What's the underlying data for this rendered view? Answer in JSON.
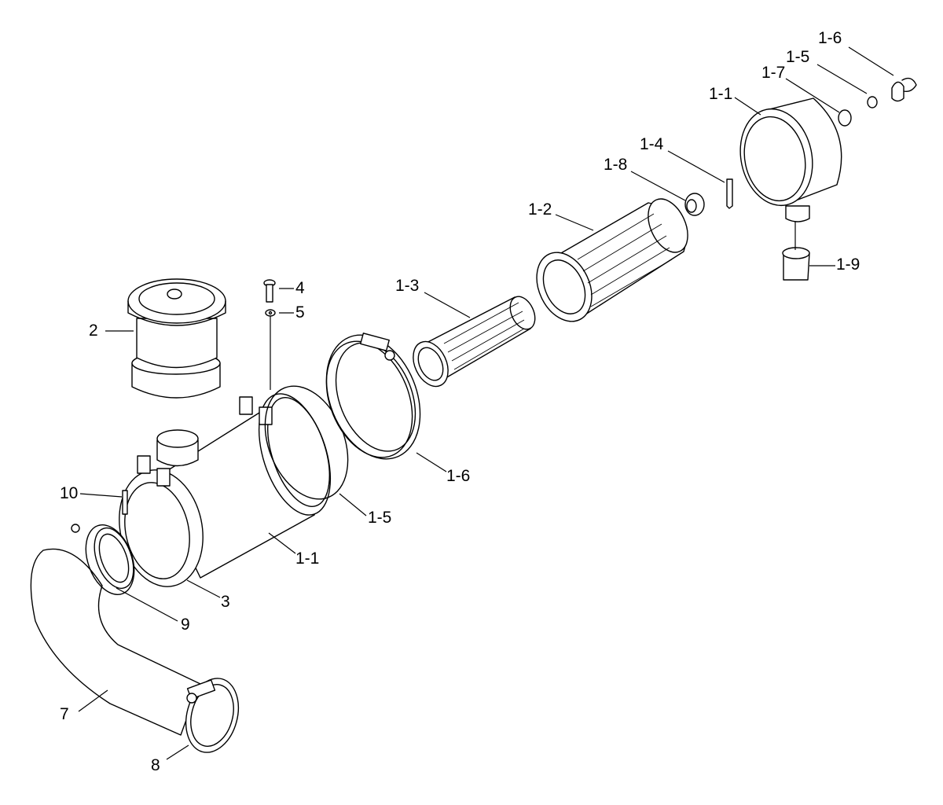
{
  "diagram": {
    "labels": {
      "l1_6_top": "1-6",
      "l1_5_top": "1-5",
      "l1_7": "1-7",
      "l1_1_top": "1-1",
      "l1_4": "1-4",
      "l1_8": "1-8",
      "l1_2": "1-2",
      "l1_9": "1-9",
      "l4": "4",
      "l5": "5",
      "l1_3": "1-3",
      "l2": "2",
      "l10": "10",
      "l1_6_mid": "1-6",
      "l1_5_mid": "1-5",
      "l1_1_mid": "1-1",
      "l3": "3",
      "l9": "9",
      "l7": "7",
      "l8": "8"
    }
  }
}
